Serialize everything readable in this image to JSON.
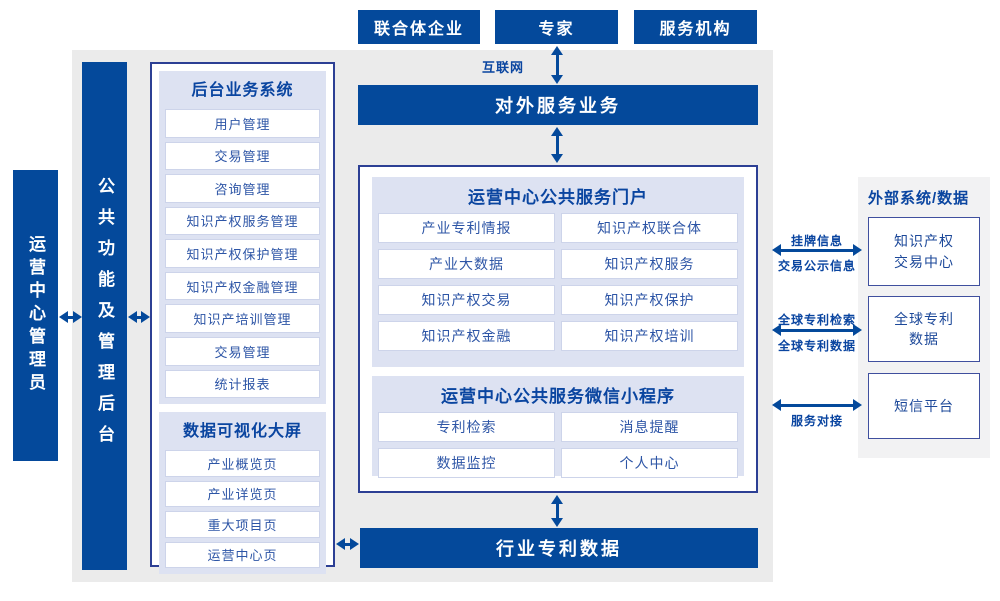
{
  "top_boxes": {
    "consortium": "联合体企业",
    "expert": "专家",
    "agency": "服务机构"
  },
  "internet_label": "互联网",
  "external_service_bar": "对外服务业务",
  "industry_patent_bar": "行业专利数据",
  "left_rail": {
    "admin_bar": "运营中心管理员",
    "backend_bar": "公共功能及管理后台"
  },
  "left_panel": {
    "sections": [
      {
        "title": "后台业务系统",
        "items": [
          "用户管理",
          "交易管理",
          "咨询管理",
          "知识产权服务管理",
          "知识产权保护管理",
          "知识产权金融管理",
          "知识产培训管理",
          "交易管理",
          "统计报表"
        ]
      },
      {
        "title": "数据可视化大屏",
        "items": [
          "产业概览页",
          "产业详览页",
          "重大项目页",
          "运营中心页"
        ]
      }
    ]
  },
  "center_panel": {
    "sections": [
      {
        "title": "运营中心公共服务门户",
        "items": [
          "产业专利情报",
          "知识产权联合体",
          "产业大数据",
          "知识产权服务",
          "知识产权交易",
          "知识产权保护",
          "知识产权金融",
          "知识产权培训"
        ]
      },
      {
        "title": "运营中心公共服务微信小程序",
        "items": [
          "专利检索",
          "消息提醒",
          "数据监控",
          "个人中心"
        ]
      }
    ]
  },
  "right_panel": {
    "title": "外部系统/数据",
    "boxes": [
      "知识产权交易中心",
      "全球专利数据",
      "短信平台"
    ]
  },
  "right_links": [
    {
      "top": "挂牌信息",
      "bottom": "交易公示信息"
    },
    {
      "top": "全球专利检索",
      "bottom": "全球专利数据"
    },
    {
      "bottom": "服务对接"
    }
  ],
  "colors": {
    "primary_blue": "#04499b",
    "panel_border": "#2c3f94",
    "section_lavender": "#dde2f2",
    "item_text": "#2d55a6",
    "header_text": "#0a45a0",
    "background_gray": "#ebebeb",
    "right_panel_gray": "#f2f2f3"
  }
}
